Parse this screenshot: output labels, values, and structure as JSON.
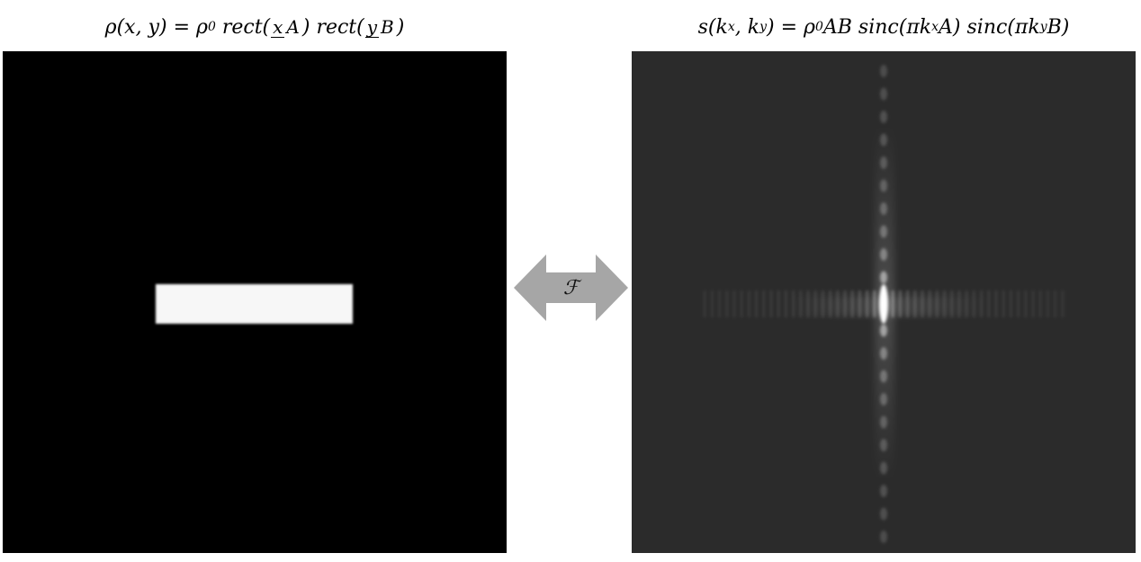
{
  "left_panel": {
    "title": {
      "lhs": "ρ(x, y) = ρ",
      "rho_sub": "0",
      "rect1": "rect(",
      "frac1_num": "x",
      "frac1_den": "A",
      "rect2": ") rect(",
      "frac2_num": "y",
      "frac2_den": "B",
      "close": ")"
    },
    "background_color": "#000000",
    "shape_color": "#f7f7f7"
  },
  "right_panel": {
    "title": {
      "p1": "s(k",
      "sub_x": "x",
      "p2": ", k",
      "sub_y": "y",
      "p3": ") = ρ",
      "rho_sub": "0",
      "p4": "AB sinc(πk",
      "sub_x2": "x",
      "p5": "A) sinc(πk",
      "sub_y2": "y",
      "p6": "B)"
    },
    "background_color": "#2b2b2b"
  },
  "transform_arrow": {
    "symbol": "ℱ",
    "color": "#a6a6a6"
  }
}
